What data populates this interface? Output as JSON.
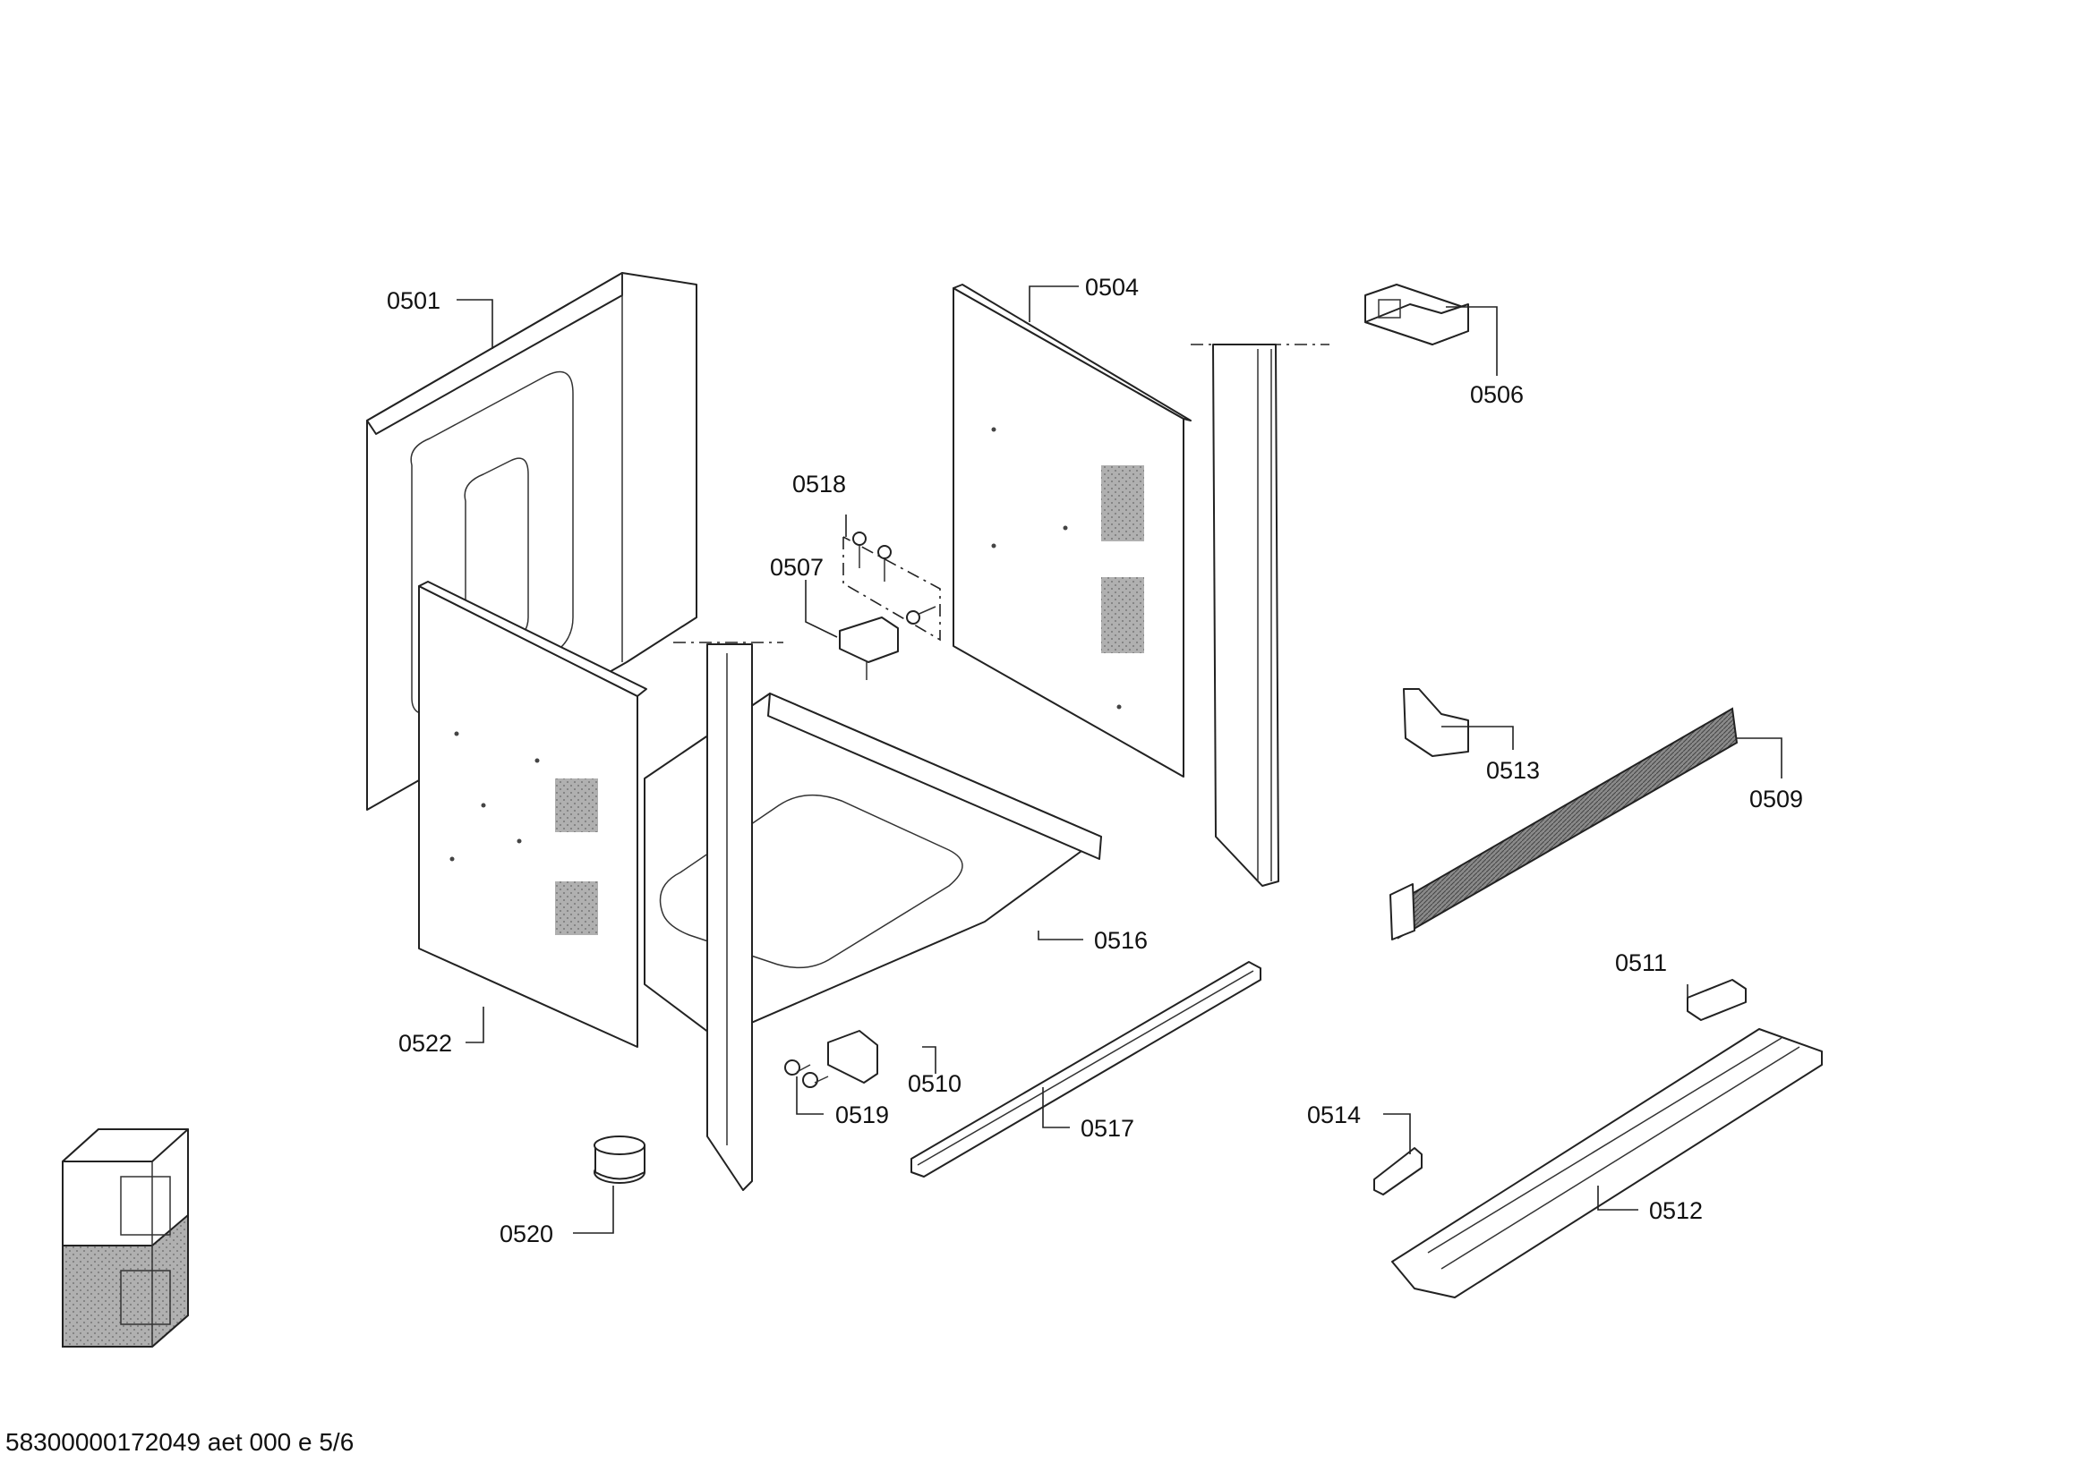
{
  "footer": {
    "doc_code": "58300000172049 aet 000 e 5/6"
  },
  "labels": {
    "p0501": "0501",
    "p0504": "0504",
    "p0506": "0506",
    "p0507": "0507",
    "p0509": "0509",
    "p0510": "0510",
    "p0511": "0511",
    "p0512": "0512",
    "p0513": "0513",
    "p0514": "0514",
    "p0516": "0516",
    "p0517": "0517",
    "p0518": "0518",
    "p0519": "0519",
    "p0520": "0520",
    "p0522": "0522"
  },
  "colors": {
    "stroke": "#222222",
    "shade": "#9a9a9a"
  }
}
